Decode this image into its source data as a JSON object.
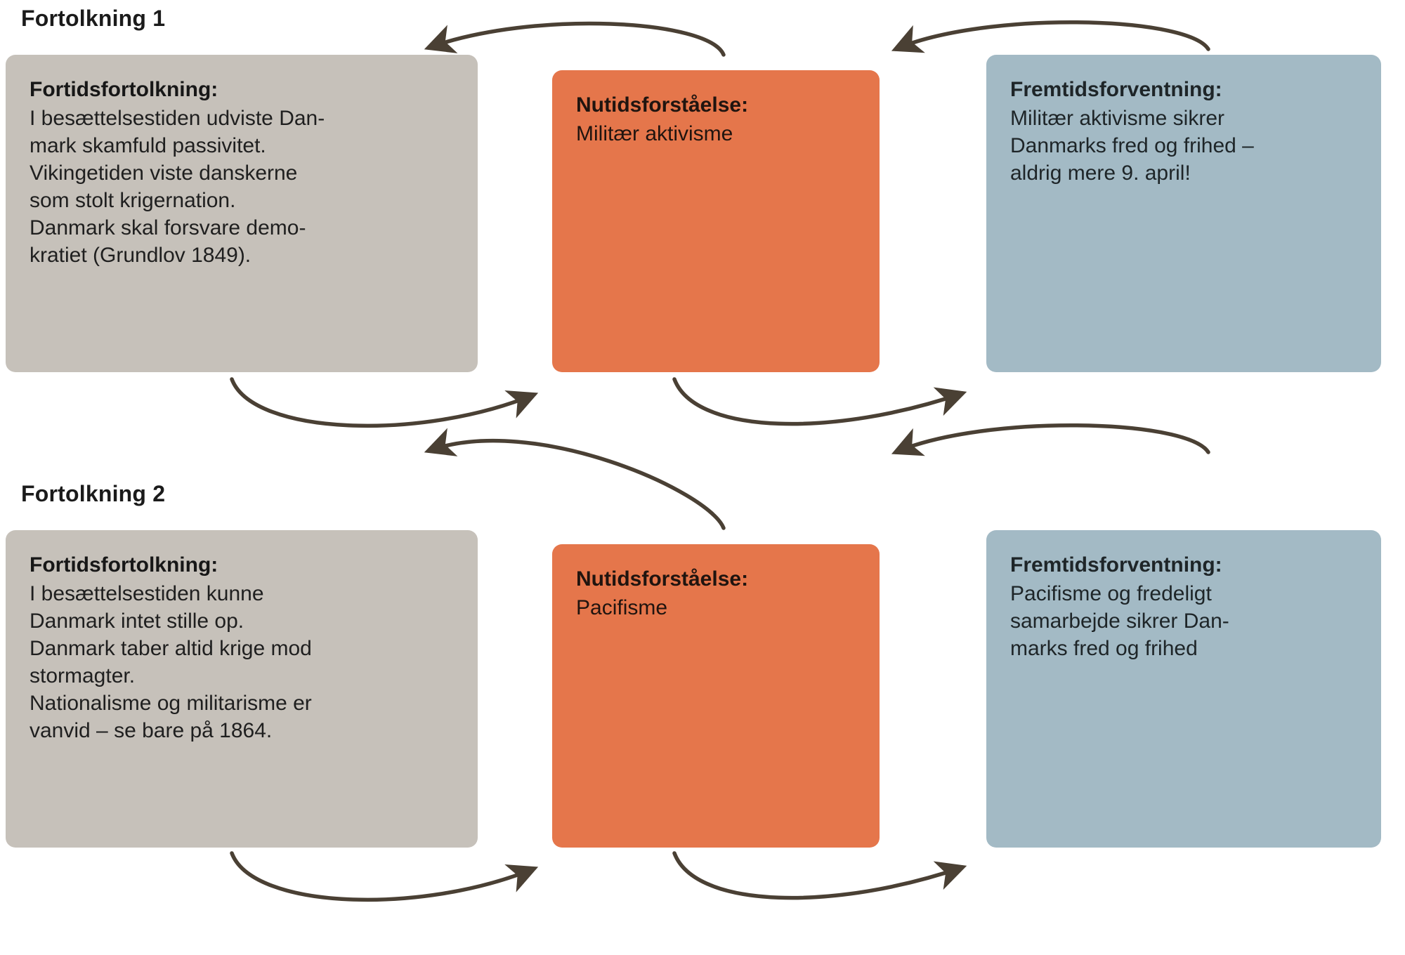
{
  "diagram": {
    "title_visible": false,
    "colors": {
      "gray_box": "#c6c1ba",
      "orange_box": "#e5764b",
      "blue_box": "#a3bac5",
      "arrow": "#4a4034",
      "background": "#ffffff",
      "text": "#1b1b1b"
    },
    "sections": [
      {
        "heading": "Fortolkning 1",
        "boxes": [
          {
            "kind": "past",
            "color_name": "gray",
            "head": "Fortidsfortolkning:",
            "body": "I besættelsestiden udviste Dan-\nmark skamfuld passivitet.\nVikingetiden viste danskerne\nsom stolt krigernation.\nDanmark skal forsvare demo-\nkratiet (Grundlov 1849)."
          },
          {
            "kind": "present",
            "color_name": "orange",
            "head": "Nutidsforståelse:",
            "body": "Militær aktivisme"
          },
          {
            "kind": "future",
            "color_name": "blue",
            "head": "Fremtidsforventning:",
            "body": "Militær aktivisme sikrer\nDanmarks fred og frihed –\naldrig mere 9. april!"
          }
        ],
        "arrows": [
          {
            "name": "present-to-past-arrow",
            "direction": "left",
            "position": "above"
          },
          {
            "name": "future-to-present-arrow",
            "direction": "left",
            "position": "above"
          },
          {
            "name": "past-to-present-arrow",
            "direction": "right",
            "position": "below"
          },
          {
            "name": "present-to-future-arrow",
            "direction": "right",
            "position": "below"
          }
        ]
      },
      {
        "heading": "Fortolkning 2",
        "boxes": [
          {
            "kind": "past",
            "color_name": "gray",
            "head": "Fortidsfortolkning:",
            "body": "I besættelsestiden kunne\nDanmark intet stille op.\nDanmark taber altid krige mod\nstormagter.\nNationalisme og militarisme er\nvanvid – se bare på 1864."
          },
          {
            "kind": "present",
            "color_name": "orange",
            "head": "Nutidsforståelse:",
            "body": "Pacifisme"
          },
          {
            "kind": "future",
            "color_name": "blue",
            "head": "Fremtidsforventning:",
            "body": "Pacifisme og fredeligt\nsamarbejde sikrer Dan-\nmarks fred og frihed"
          }
        ],
        "arrows": [
          {
            "name": "present-to-past-arrow",
            "direction": "left",
            "position": "above"
          },
          {
            "name": "future-to-present-arrow",
            "direction": "left",
            "position": "above"
          },
          {
            "name": "past-to-present-arrow",
            "direction": "right",
            "position": "below"
          },
          {
            "name": "present-to-future-arrow",
            "direction": "right",
            "position": "below"
          }
        ]
      }
    ]
  }
}
